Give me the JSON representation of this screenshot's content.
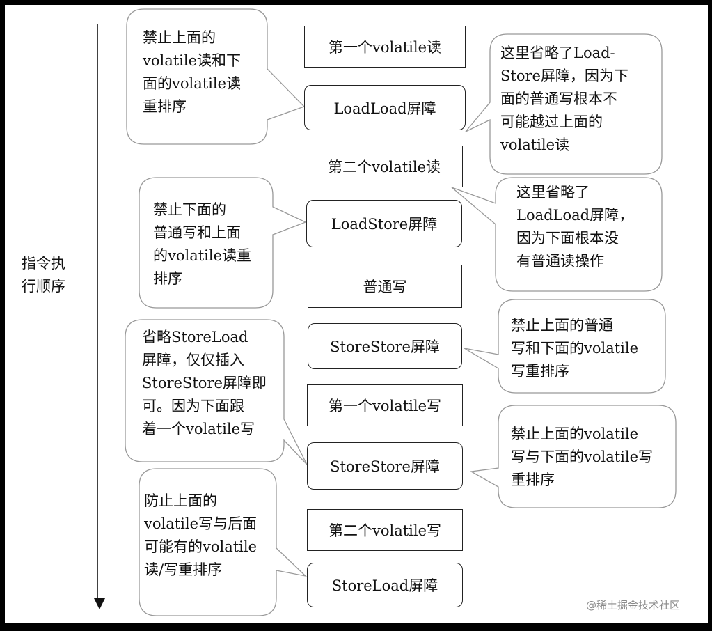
{
  "axis": {
    "label": "指令执\n行顺序"
  },
  "instructions": {
    "volatile_read_1": "第一个volatile读",
    "loadload_barrier": "LoadLoad屏障",
    "volatile_read_2": "第二个volatile读",
    "loadstore_barrier": "LoadStore屏障",
    "normal_write": "普通写",
    "storestore_barrier_1": "StoreStore屏障",
    "volatile_write_1": "第一个volatile写",
    "storestore_barrier_2": "StoreStore屏障",
    "volatile_write_2": "第二个volatile写",
    "storeload_barrier": "StoreLoad屏障"
  },
  "notes": {
    "left_1": "禁止上面的\nvolatile读和下\n面的volatile读\n重排序",
    "left_2": "禁止下面的\n普通写和上面\n的volatile读重\n排序",
    "left_3": "省略StoreLoad\n屏障，仅仅插入\nStoreStore屏障即\n可。因为下面跟\n着一个volatile写",
    "left_4": "防止上面的\nvolatile写与后面\n可能有的volatile\n读/写重排序",
    "right_1": "这里省略了Load-\nStore屏障，因为下\n面的普通写根本不\n可能越过上面的\nvolatile读",
    "right_2": "这里省略了\nLoadLoad屏障，\n因为下面根本没\n有普通读操作",
    "right_3": "禁止上面的普通\n写和下面的volatile\n写重排序",
    "right_4": "禁止上面的volatile\n写与下面的volatile写\n重排序"
  },
  "watermark": "@稀土掘金技术社区"
}
